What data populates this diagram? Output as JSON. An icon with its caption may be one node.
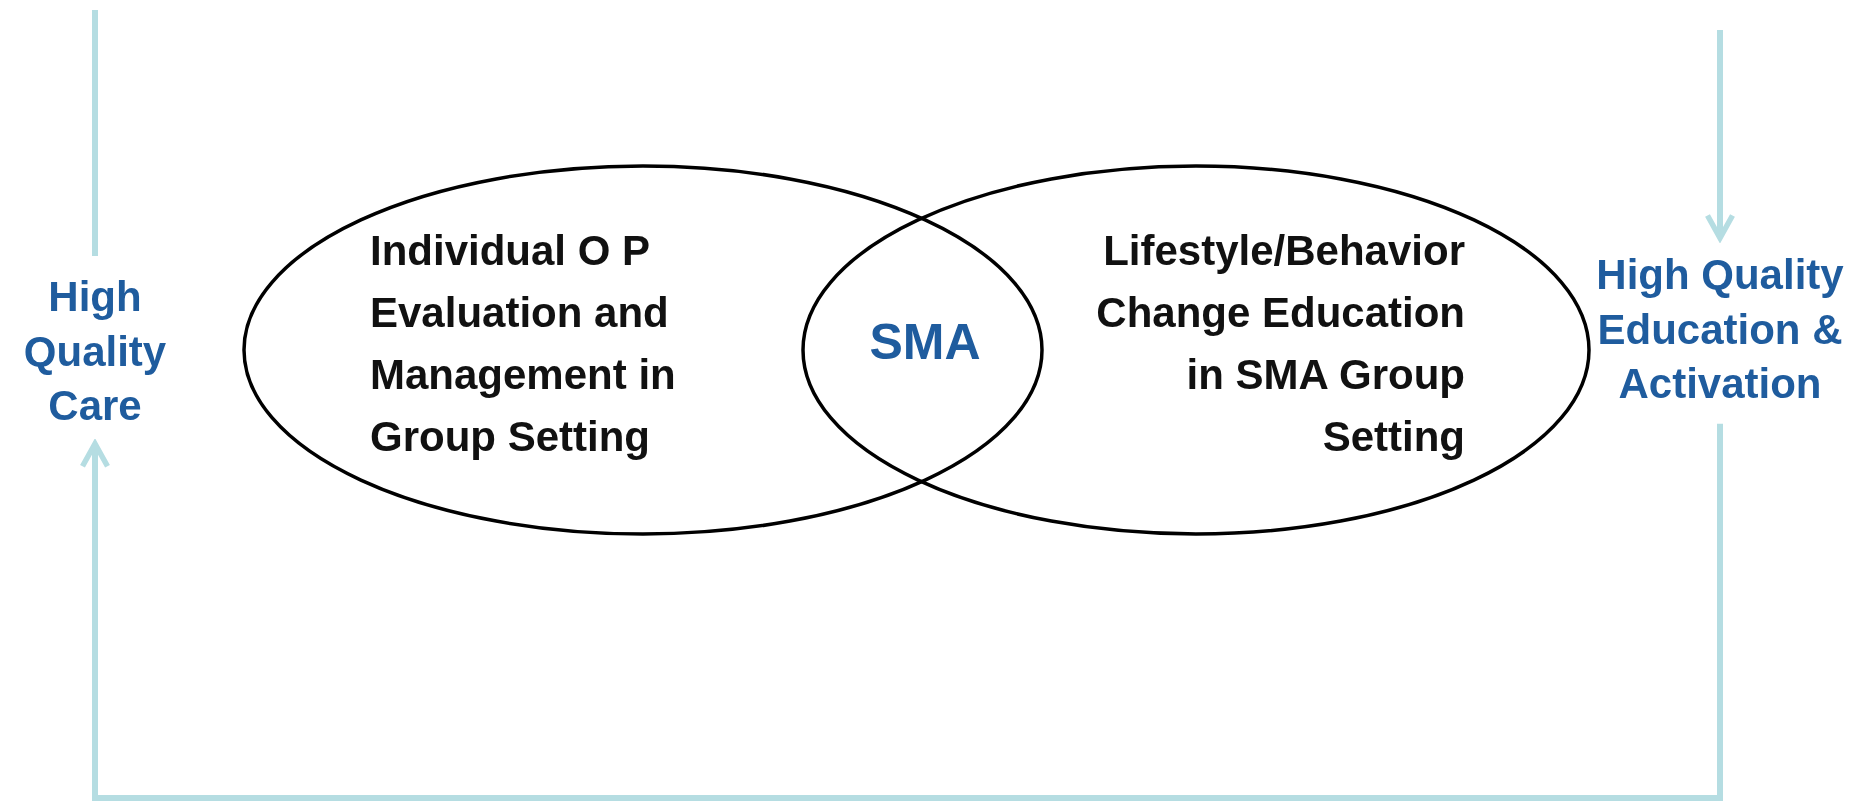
{
  "diagram": {
    "nodes": [
      {
        "text": [
          "Individual O P Evaluation and Management in Group Setting"
        ]
      },
      {
        "text": [
          "Lifestyle/Behavior Change Education in SMA Group Setting"
        ]
      },
      {
        "text": [
          "SMA"
        ]
      },
      {
        "text": [
          "High Quality Care"
        ]
      },
      {
        "text": [
          "High Quality Education & Activation"
        ]
      }
    ],
    "edges": [
      {
        "from": 4,
        "to": 3,
        "arrow": "to"
      },
      {
        "from": 3,
        "to": null,
        "arrow": "none"
      },
      {
        "from": null,
        "to": 4,
        "arrow": "to"
      }
    ]
  }
}
